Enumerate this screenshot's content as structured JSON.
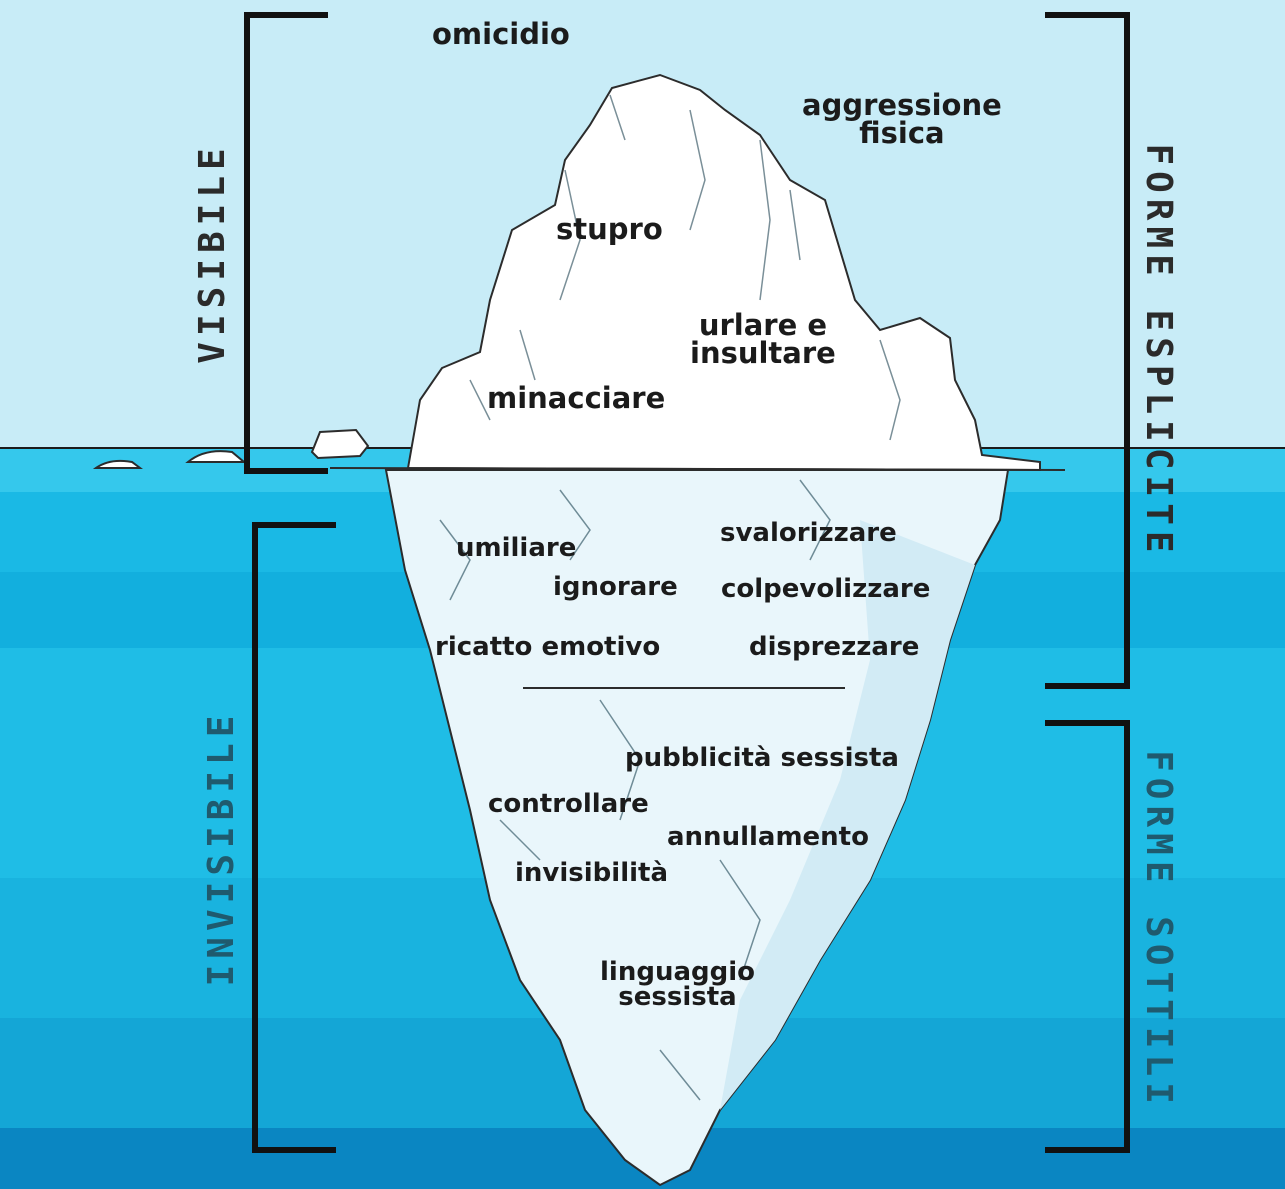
{
  "labels": {
    "visibile": "VISIBILE",
    "invisibile": "INVISIBILE",
    "forme_esplicite": "FORME ESPLICITE",
    "forme_sottili": "FORME SOTTILI"
  },
  "visible_terms": {
    "omicidio": "omicidio",
    "aggressione_fisica": "aggressione\nfisica",
    "stupro": "stupro",
    "urlare_insultare": "urlare e\ninsultare",
    "minacciare": "minacciare"
  },
  "explicit_hidden_terms": {
    "umiliare": "umiliare",
    "svalorizzare": "svalorizzare",
    "ignorare": "ignorare",
    "colpevolizzare": "colpevolizzare",
    "ricatto_emotivo": "ricatto emotivo",
    "disprezzare": "disprezzare"
  },
  "subtle_terms": {
    "pubblicita_sessista": "pubblicità sessista",
    "controllare": "controllare",
    "annullamento": "annullamento",
    "invisibilita": "invisibilità",
    "linguaggio_sessista": "linguaggio\nsessista"
  },
  "colors": {
    "sky": "#c8ecf7",
    "water_surface": "#35c8ec",
    "water_mid": "#14b4e2",
    "water_deep": "#0a86c2",
    "ice": "#ffffff",
    "ice_shadow": "#d6edf6",
    "outline": "#2c2c2c",
    "bracket": "#111111",
    "label_visibile": "#2b2b2b",
    "label_invisibile": "#1f5a6e",
    "label_esplicite": "#2b2b2b",
    "label_sottili": "#1f5a6e"
  }
}
